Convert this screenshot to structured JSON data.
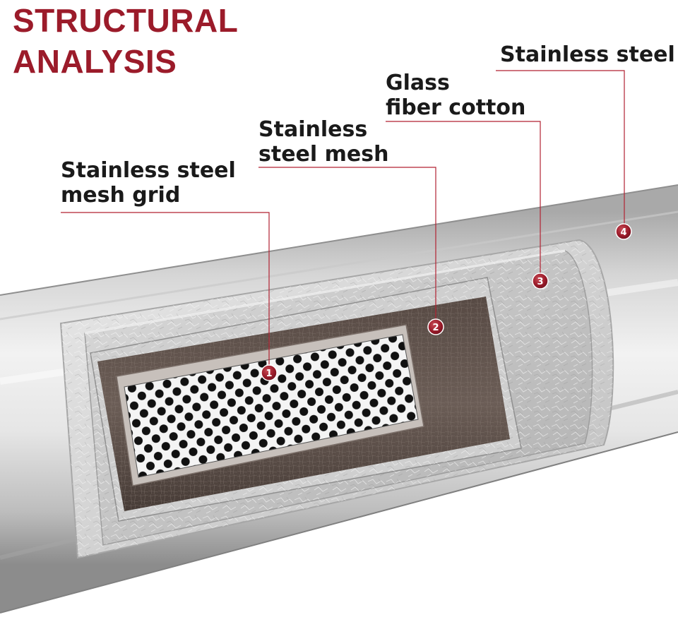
{
  "title": {
    "line1": "STRUCTURAL",
    "line2": "ANALYSIS"
  },
  "colors": {
    "accent": "#9b1b2a",
    "leader_line": "#b22232",
    "text": "#1a1a1a"
  },
  "layers": [
    {
      "number": "1",
      "line1": "Stainless steel",
      "line2": "mesh grid"
    },
    {
      "number": "2",
      "line1": "Stainless",
      "line2": "steel mesh"
    },
    {
      "number": "3",
      "line1": "Glass",
      "line2": "fiber cotton"
    },
    {
      "number": "4",
      "line1": "Stainless steel",
      "line2": ""
    }
  ]
}
